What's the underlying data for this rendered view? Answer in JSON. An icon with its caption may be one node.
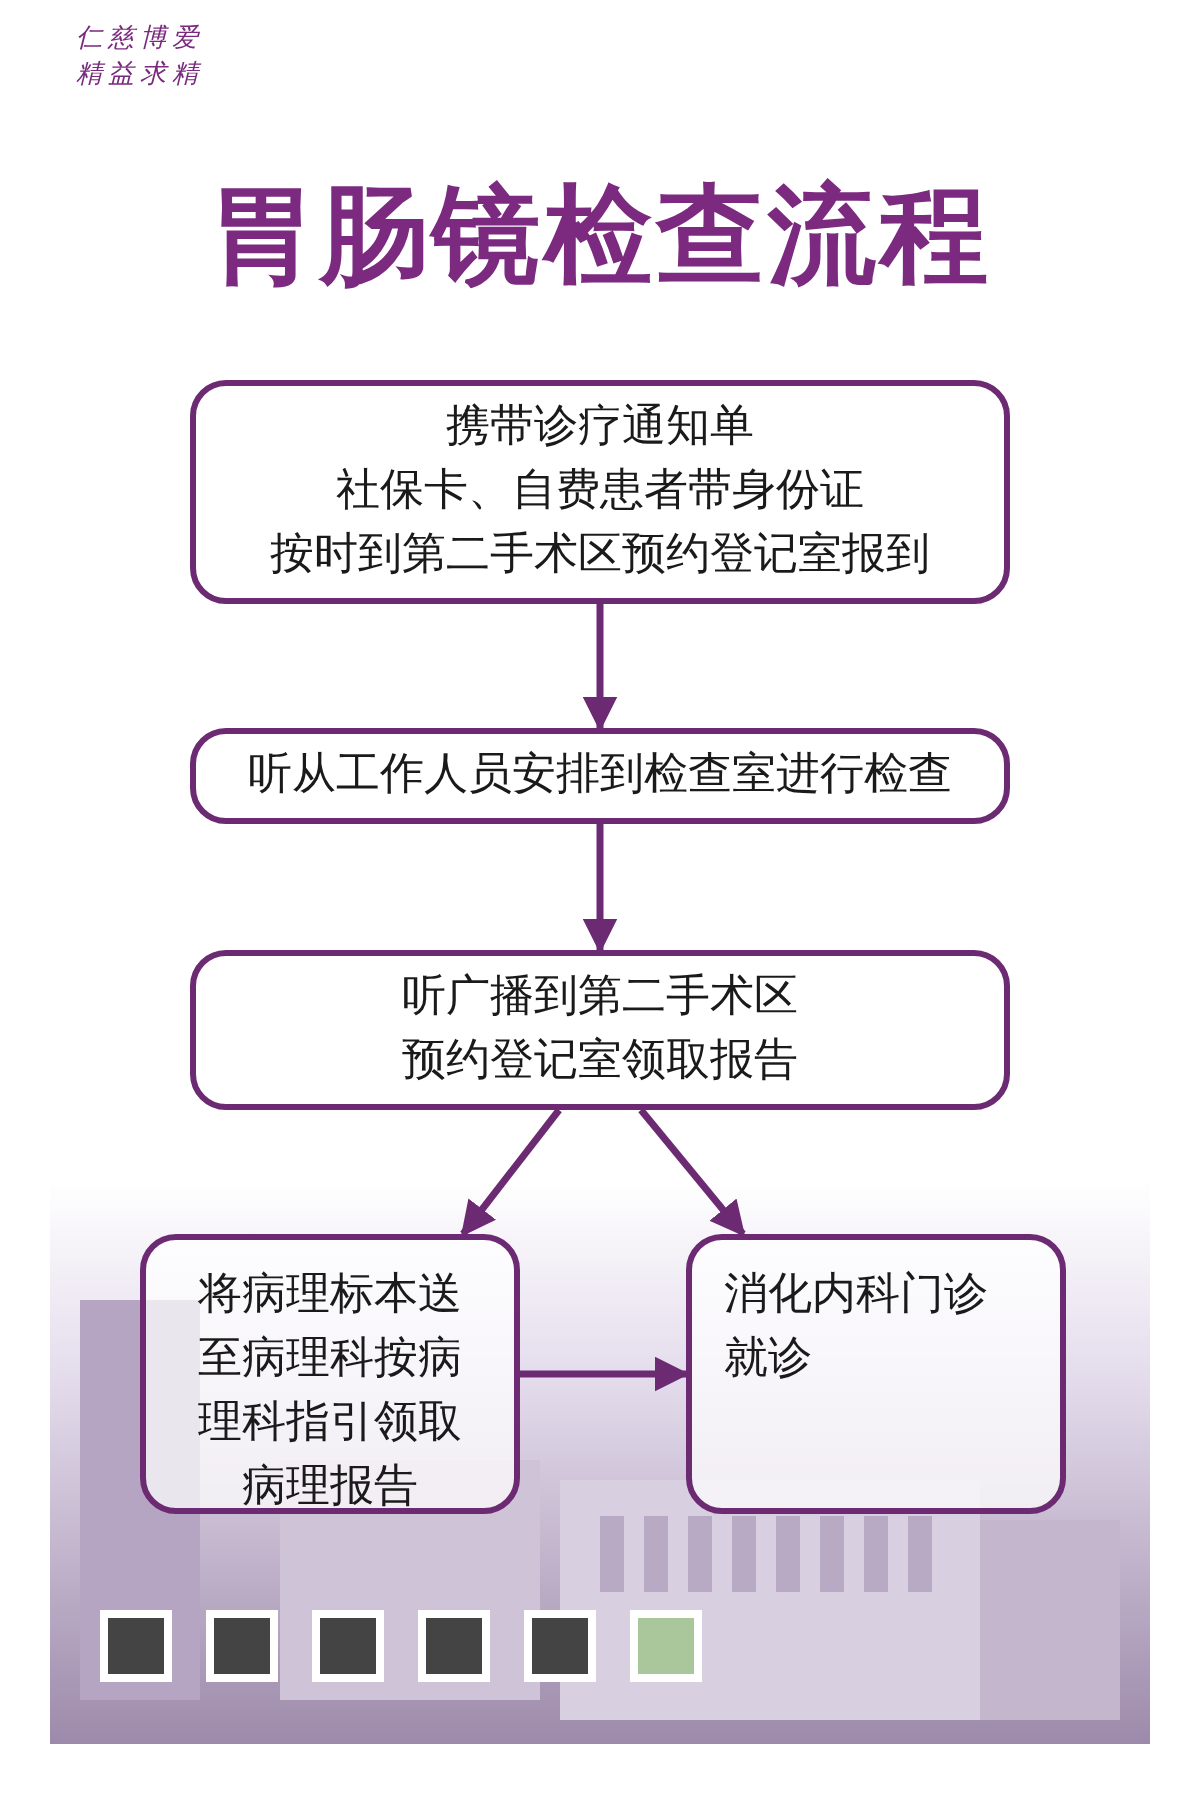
{
  "diagram": {
    "title": "胃肠镜检查流程",
    "nodes": [
      {
        "text": [
          "携带诊疗通知单",
          "社保卡、自费患者带身份证",
          "按时到第二手术区预约登记室报到"
        ]
      },
      {
        "text": [
          "听从工作人员安排到检查室进行检查"
        ]
      },
      {
        "text": [
          "听广播到第二手术区预约登记室领取报告"
        ]
      },
      {
        "text": [
          "将病理标本送至病理科按病理科指引领取病理报告"
        ]
      },
      {
        "text": [
          "消化内科门诊就诊"
        ]
      }
    ],
    "edges": [
      {
        "from": 0,
        "to": 1,
        "arrow": "to"
      },
      {
        "from": 1,
        "to": 2,
        "arrow": "to"
      },
      {
        "from": 2,
        "to": 3,
        "arrow": "to"
      },
      {
        "from": 2,
        "to": 4,
        "arrow": "to"
      },
      {
        "from": 3,
        "to": 4,
        "arrow": "to"
      }
    ],
    "labels": [
      "仁慈博爱",
      "精益求精"
    ]
  }
}
